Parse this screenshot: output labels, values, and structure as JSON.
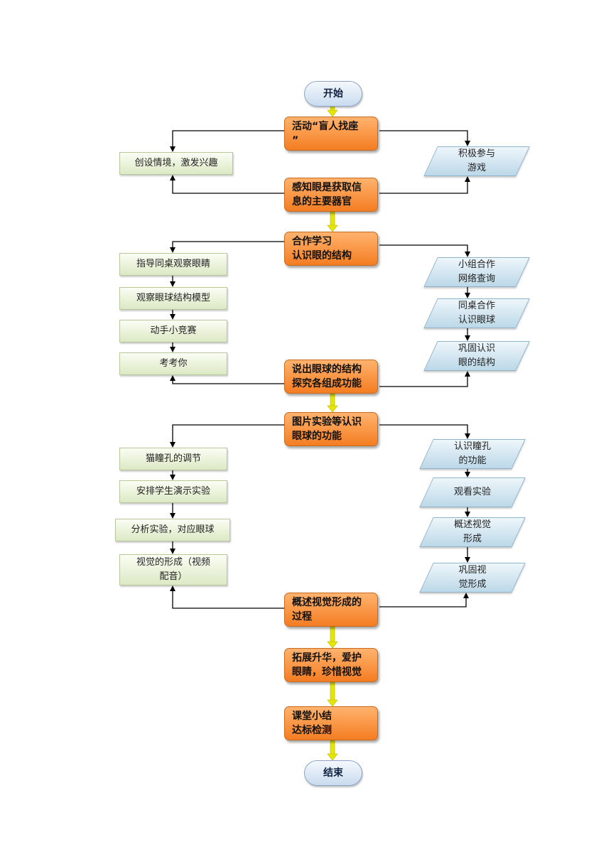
{
  "start": "开始",
  "end": "结束",
  "main_steps": [
    "活动“盲人找座\n”",
    "感知眼是获取信\n息的主要器官",
    "合作学习\n认识眼的结构",
    "说出眼球的结构\n探究各组成功能",
    "图片实验等认识\n眼球的功能",
    "概述视觉形成的\n过程",
    "拓展升华，爱护\n眼睛，珍惜视觉",
    "课堂小结\n达标检测"
  ],
  "teacher_activities": [
    "创设情境，激发兴趣",
    "指导同桌观察眼睛",
    "观察眼球结构模型",
    "动手小竞赛",
    "考考你",
    "猫瞳孔的调节",
    "安排学生演示实验",
    "分析实验，对应眼球",
    "视觉的形成（视频\n配音）"
  ],
  "student_activities": [
    "积极参与\n游戏",
    "小组合作\n网络查询",
    "同桌合作\n认识眼球",
    "巩固认识\n眼的结构",
    "认识瞳孔\n的功能",
    "观看实验",
    "概述视觉\n形成",
    "巩固视\n觉形成"
  ],
  "colors": {
    "process": "#f47d22",
    "terminal": "#c9dbef",
    "teacher": "#dce9c4",
    "student": "#bcd8e8",
    "main_arrow": "#e6e600"
  }
}
